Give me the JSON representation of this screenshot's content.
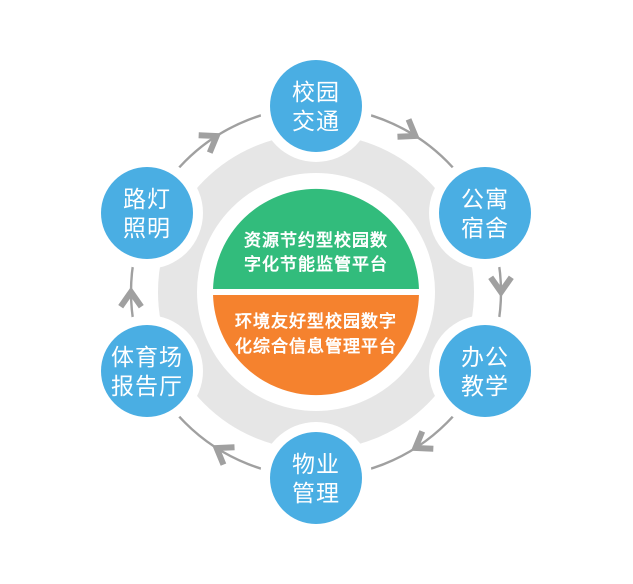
{
  "diagram": {
    "type": "circular-flow",
    "flow_direction": "clockwise",
    "center": {
      "top_half": {
        "label": "资源节约型校园数字化节能监管平台",
        "line1": "资源节约型校园数",
        "line2": "字化节能监管平台"
      },
      "bottom_half": {
        "label": "环境友好型校园数字化综合信息管理平台",
        "line1": "环境友好型校园数字",
        "line2": "化综合信息管理平台"
      }
    },
    "nodes": [
      {
        "id": "campus-traffic",
        "label": "校园交通",
        "line1": "校园",
        "line2": "交通"
      },
      {
        "id": "apartment-dormitory",
        "label": "公寓宿舍",
        "line1": "公寓",
        "line2": "宿舍"
      },
      {
        "id": "office-teaching",
        "label": "办公教学",
        "line1": "办公",
        "line2": "教学"
      },
      {
        "id": "property-management",
        "label": "物业管理",
        "line1": "物业",
        "line2": "管理"
      },
      {
        "id": "stadium-auditorium",
        "label": "体育场报告厅",
        "line1": "体育场",
        "line2": "报告厅"
      },
      {
        "id": "street-lighting",
        "label": "路灯照明",
        "line1": "路灯",
        "line2": "照明"
      }
    ]
  },
  "colors": {
    "node_blue": "#4AAEE3",
    "center_green": "#32BC7C",
    "center_orange": "#F5822E",
    "ring_gray": "#E6E6E6",
    "arrow_gray": "#A0A0A0",
    "halo_white": "#FFFFFF"
  }
}
